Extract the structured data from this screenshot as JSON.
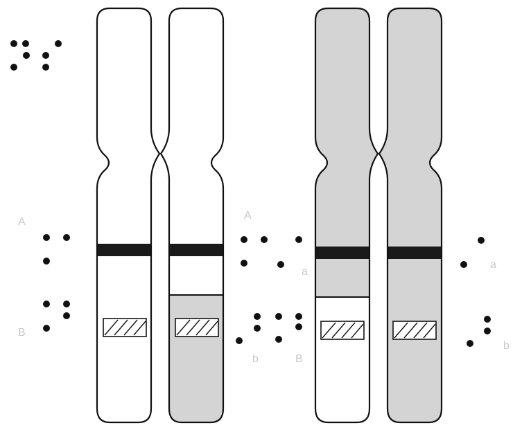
{
  "colors": {
    "chromatid_white": "#ffffff",
    "chromatid_gray": "#d4d4d4",
    "outline": "#111111",
    "band": "#1a1a1a",
    "label": "#c8c8c8"
  },
  "labels": {
    "left_A": "A",
    "left_B": "B",
    "mid_A": "A",
    "mid_a": "a",
    "mid_b": "b",
    "mid_B": "B",
    "right_a": "a",
    "right_b": "b"
  }
}
